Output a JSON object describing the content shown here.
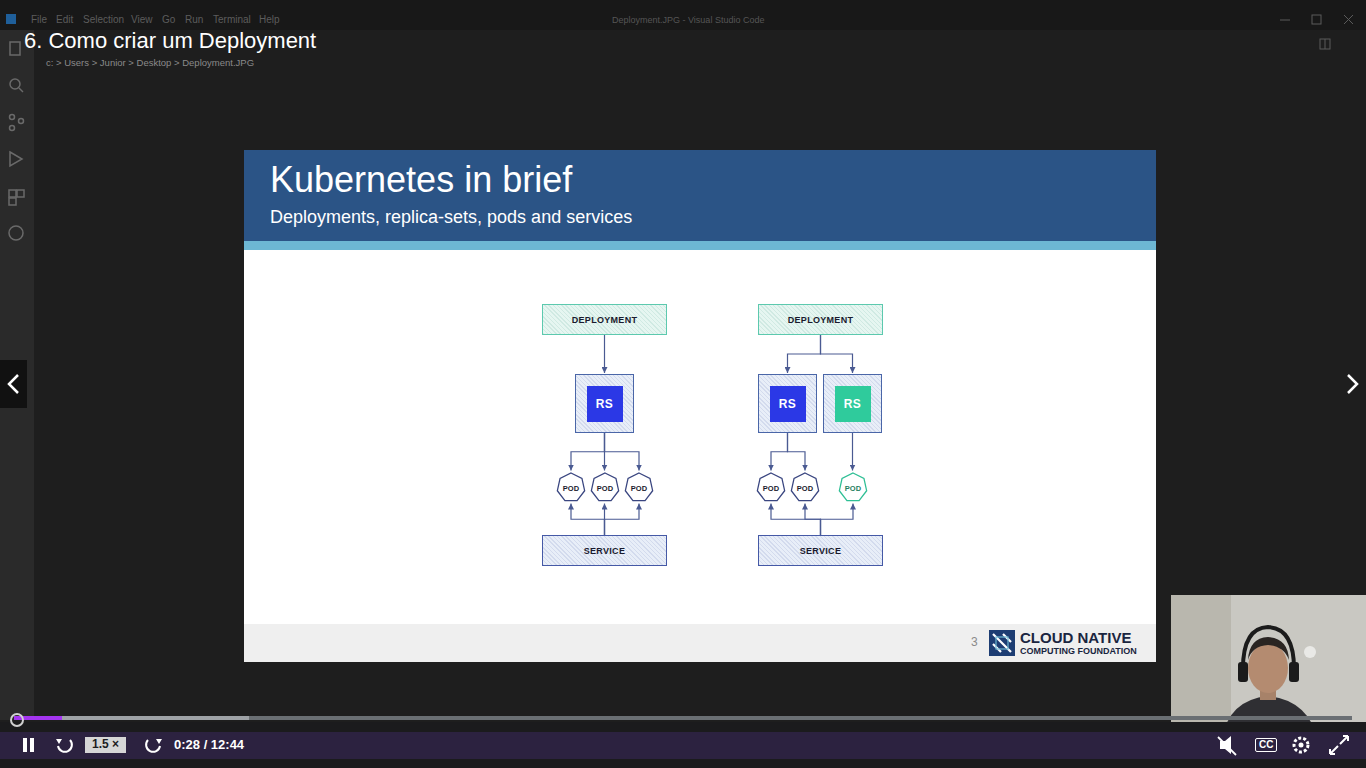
{
  "diagram": {
    "title": "Kubernetes in brief",
    "nodes": [
      {
        "text": [
          "DEPLOYMENT"
        ]
      },
      {
        "text": [
          "RS"
        ]
      },
      {
        "text": [
          "POD"
        ]
      },
      {
        "text": [
          "POD"
        ]
      },
      {
        "text": [
          "POD"
        ]
      },
      {
        "text": [
          "SERVICE"
        ]
      },
      {
        "text": [
          "DEPLOYMENT"
        ]
      },
      {
        "text": [
          "RS"
        ]
      },
      {
        "text": [
          "RS"
        ]
      },
      {
        "text": [
          "POD"
        ]
      },
      {
        "text": [
          "POD"
        ]
      },
      {
        "text": [
          "POD"
        ]
      },
      {
        "text": [
          "SERVICE"
        ]
      }
    ],
    "edges": [
      {
        "from": 0,
        "to": 1,
        "arrow": "to"
      },
      {
        "from": 1,
        "to": 2,
        "arrow": "to"
      },
      {
        "from": 1,
        "to": 3,
        "arrow": "to"
      },
      {
        "from": 1,
        "to": 4,
        "arrow": "to"
      },
      {
        "from": 5,
        "to": 2,
        "arrow": "to"
      },
      {
        "from": 5,
        "to": 3,
        "arrow": "to"
      },
      {
        "from": 5,
        "to": 4,
        "arrow": "to"
      },
      {
        "from": 6,
        "to": 7,
        "arrow": "to"
      },
      {
        "from": 6,
        "to": 8,
        "arrow": "to"
      },
      {
        "from": 7,
        "to": 9,
        "arrow": "to"
      },
      {
        "from": 7,
        "to": 10,
        "arrow": "to"
      },
      {
        "from": 8,
        "to": 11,
        "arrow": "to"
      },
      {
        "from": 12,
        "to": 9,
        "arrow": "to"
      },
      {
        "from": 12,
        "to": 10,
        "arrow": "to"
      },
      {
        "from": 12,
        "to": 11,
        "arrow": "to"
      }
    ],
    "labels": [
      "6. Como criar um Deployment",
      "File",
      "Edit",
      "Selection",
      "View",
      "Go",
      "Run",
      "Terminal",
      "Help",
      "Deployment.JPG - Visual Studio Code",
      "c: > Users > Junior > Desktop > Deployment.JPG",
      "Deployments, replica-sets, pods and services",
      "3",
      "CLOUD NATIVE",
      "COMPUTING FOUNDATION",
      "1.5 ×",
      "0:28 / 12:44",
      "CC"
    ]
  }
}
